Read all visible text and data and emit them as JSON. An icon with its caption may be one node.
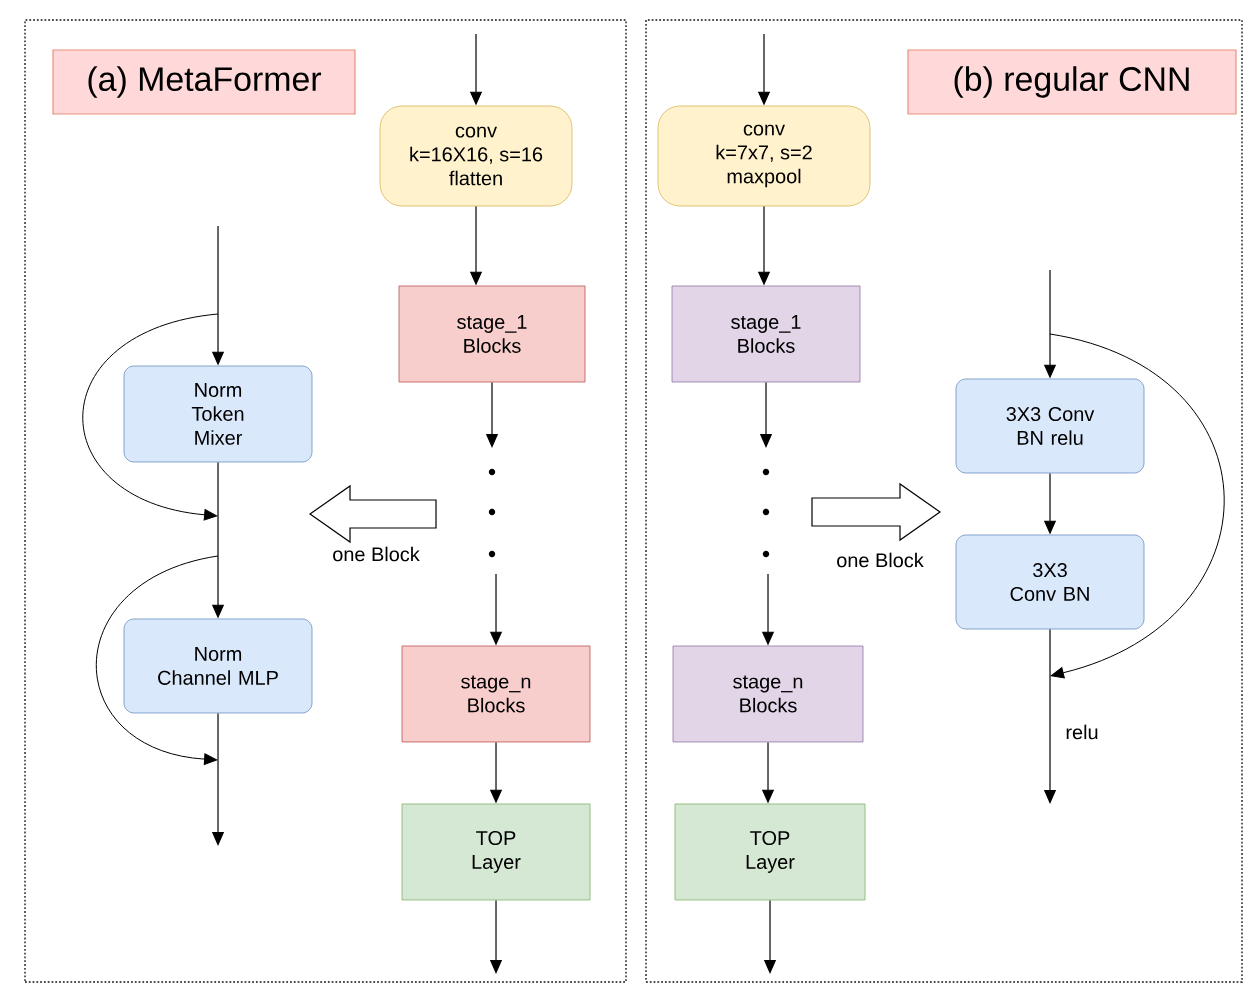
{
  "diagram": {
    "nodes": [
      {
        "text": [],
        "shape": "box"
      },
      {
        "text": [
          "(a) MetaFormer"
        ],
        "in": 0
      },
      {
        "text": [
          "conv",
          "k=16X16, s=16",
          "flatten"
        ],
        "in": 0
      },
      {
        "text": [
          "stage_1 Blocks"
        ],
        "in": 0
      },
      {
        "text": [
          "stage_n Blocks"
        ],
        "in": 0
      },
      {
        "text": [
          "TOP Layer"
        ],
        "in": 0
      },
      {
        "text": [
          "Norm Token Mixer"
        ],
        "in": 0
      },
      {
        "text": [
          "Norm Channel MLP"
        ],
        "in": 0
      },
      {
        "text": [],
        "shape": "box"
      },
      {
        "text": [
          "(b) regular CNN"
        ],
        "in": 8
      },
      {
        "text": [
          "conv",
          "k=7x7, s=2",
          "maxpool"
        ],
        "in": 8
      },
      {
        "text": [
          "stage_1 Blocks"
        ],
        "in": 8
      },
      {
        "text": [
          "stage_n Blocks"
        ],
        "in": 8
      },
      {
        "text": [
          "TOP Layer"
        ],
        "in": 8
      },
      {
        "text": [
          "3X3 Conv BN relu"
        ],
        "in": 8
      },
      {
        "text": [
          "3X3 Conv BN"
        ],
        "in": 8
      }
    ],
    "edges": [
      {
        "from": null,
        "to": 2,
        "arrow": "to"
      },
      {
        "from": 2,
        "to": 3,
        "arrow": "to"
      },
      {
        "from": 3,
        "to": null,
        "arrow": "to"
      },
      {
        "from": null,
        "to": 4,
        "arrow": "to"
      },
      {
        "from": 4,
        "to": 5,
        "arrow": "to"
      },
      {
        "from": 5,
        "to": null,
        "arrow": "to"
      },
      {
        "from": null,
        "to": 6,
        "arrow": "to"
      },
      {
        "from": 6,
        "to": 7,
        "arrow": "to"
      },
      {
        "from": 7,
        "to": null,
        "arrow": "to"
      },
      {
        "from": null,
        "to": 10,
        "arrow": "to"
      },
      {
        "from": 10,
        "to": 11,
        "arrow": "to"
      },
      {
        "from": 11,
        "to": null,
        "arrow": "to"
      },
      {
        "from": null,
        "to": 12,
        "arrow": "to"
      },
      {
        "from": 12,
        "to": 13,
        "arrow": "to"
      },
      {
        "from": 13,
        "to": null,
        "arrow": "to"
      },
      {
        "from": null,
        "to": 14,
        "arrow": "to"
      },
      {
        "from": 14,
        "to": 15,
        "arrow": "to"
      },
      {
        "from": 15,
        "to": null,
        "arrow": "to",
        "label": "relu"
      }
    ],
    "labels": [
      "one Block",
      "one Block"
    ]
  }
}
